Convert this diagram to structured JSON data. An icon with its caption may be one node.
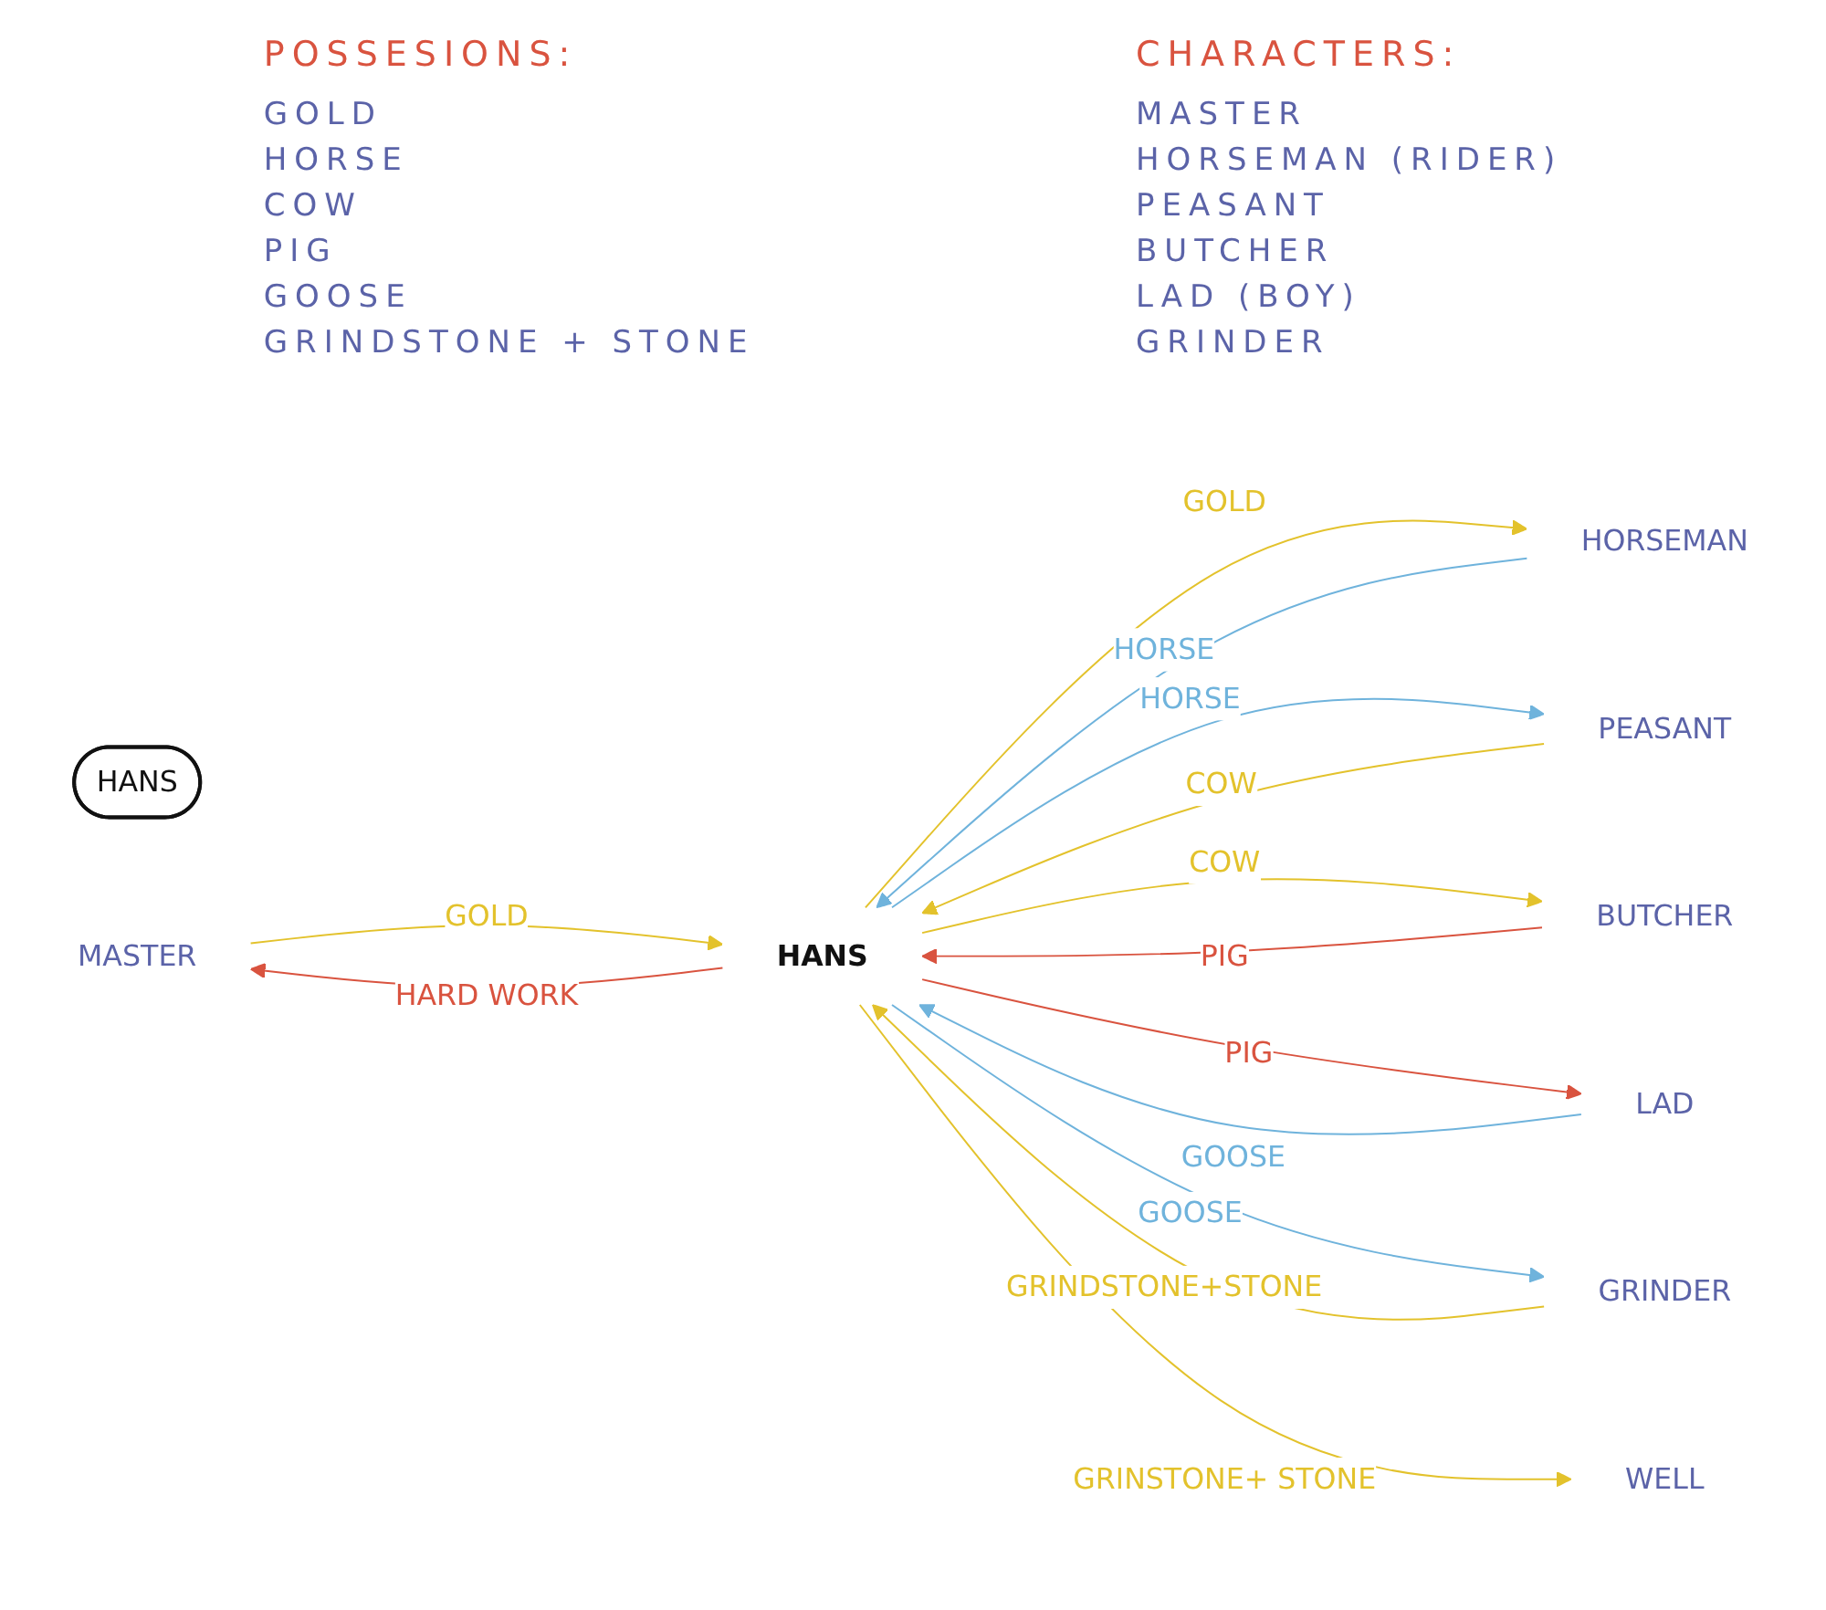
{
  "diagram": {
    "nodes": [
      {
        "text": [
          "HANS"
        ]
      },
      {
        "text": [
          "MASTER"
        ]
      },
      {
        "text": [
          "HORSEMAN"
        ]
      },
      {
        "text": [
          "HANS"
        ]
      },
      {
        "text": [
          "PEASANT"
        ]
      },
      {
        "text": [
          "BUTCHER"
        ]
      },
      {
        "text": [
          "LAD"
        ]
      },
      {
        "text": [
          "GRINDER"
        ]
      },
      {
        "text": [
          "WELL"
        ]
      }
    ],
    "edges": [
      {
        "from": 3,
        "to": 1,
        "arrow": "to",
        "label": "HARD WORK",
        "color": "#d9533f"
      },
      {
        "from": 1,
        "to": 3,
        "arrow": "to",
        "label": "GOLD",
        "color": "#e3c22c"
      },
      {
        "from": 2,
        "to": 3,
        "arrow": "to",
        "label": "HORSE",
        "color": "#6fb3dc"
      },
      {
        "from": 3,
        "to": 2,
        "arrow": "to",
        "label": "GOLD",
        "color": "#e3c22c"
      },
      {
        "from": 3,
        "to": 4,
        "arrow": "to",
        "label": "HORSE",
        "color": "#6fb3dc"
      },
      {
        "from": 4,
        "to": 3,
        "arrow": "to",
        "label": "COW",
        "color": "#e3c22c"
      },
      {
        "from": 3,
        "to": 5,
        "arrow": "to",
        "label": "COW",
        "color": "#e3c22c"
      },
      {
        "from": 5,
        "to": 3,
        "arrow": "to",
        "label": "PIG",
        "color": "#d9533f"
      },
      {
        "from": 3,
        "to": 6,
        "arrow": "to",
        "label": "PIG",
        "color": "#d9533f"
      },
      {
        "from": 6,
        "to": 3,
        "arrow": "to",
        "label": "GOOSE",
        "color": "#6fb3dc"
      },
      {
        "from": 3,
        "to": 7,
        "arrow": "to",
        "label": "GOOSE",
        "color": "#6fb3dc"
      },
      {
        "from": 7,
        "to": 3,
        "arrow": "to",
        "label": "GRINDSTONE+STONE",
        "color": "#e3c22c"
      },
      {
        "from": 3,
        "to": 8,
        "arrow": "to",
        "label": "GRINSTONE+ STONE",
        "color": "#e3c22c"
      }
    ],
    "labels": [
      "POSSESIONS:",
      "GOLD",
      "HORSE",
      "COW",
      "PIG",
      "GOOSE",
      "GRINDSTONE + STONE",
      "CHARACTERS:",
      "MASTER",
      "HORSEMAN (RIDER)",
      "PEASANT",
      "BUTCHER",
      "LAD (BOY)",
      "GRINDER"
    ]
  }
}
